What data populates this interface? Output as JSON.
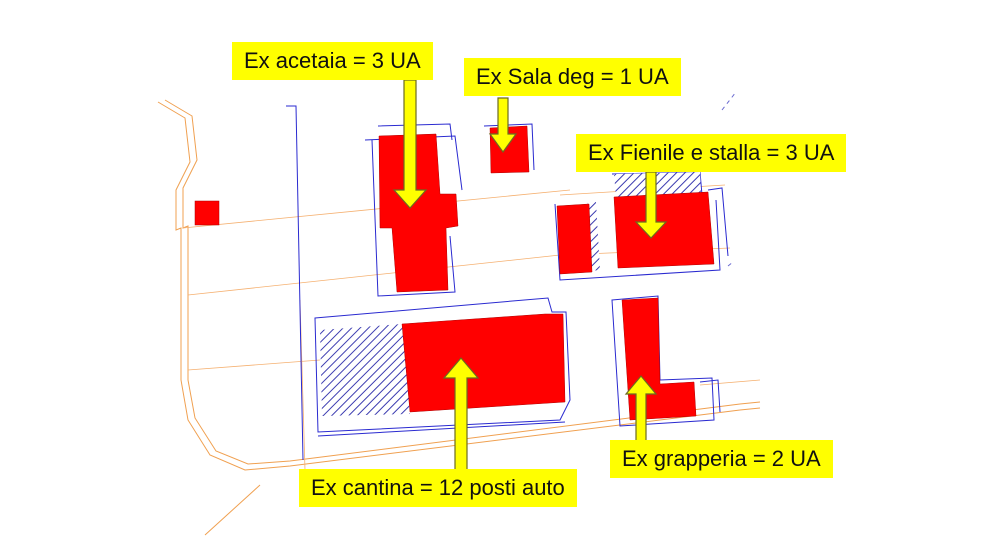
{
  "labels": {
    "acetaia": "Ex acetaia = 3 UA",
    "sala_deg": "Ex Sala deg = 1 UA",
    "fienile": "Ex Fienile e stalla = 3 UA",
    "cantina": "Ex cantina = 12 posti auto",
    "grapperia": "Ex grapperia = 2 UA"
  },
  "colors": {
    "building_fill": "#ff0000",
    "hatch": "#3b3bb0",
    "label_bg": "#ffff00",
    "arrow_fill": "#ffff00",
    "arrow_stroke": "#6b6b20",
    "road": "#f0a050",
    "outline": "#2a2ad0"
  }
}
